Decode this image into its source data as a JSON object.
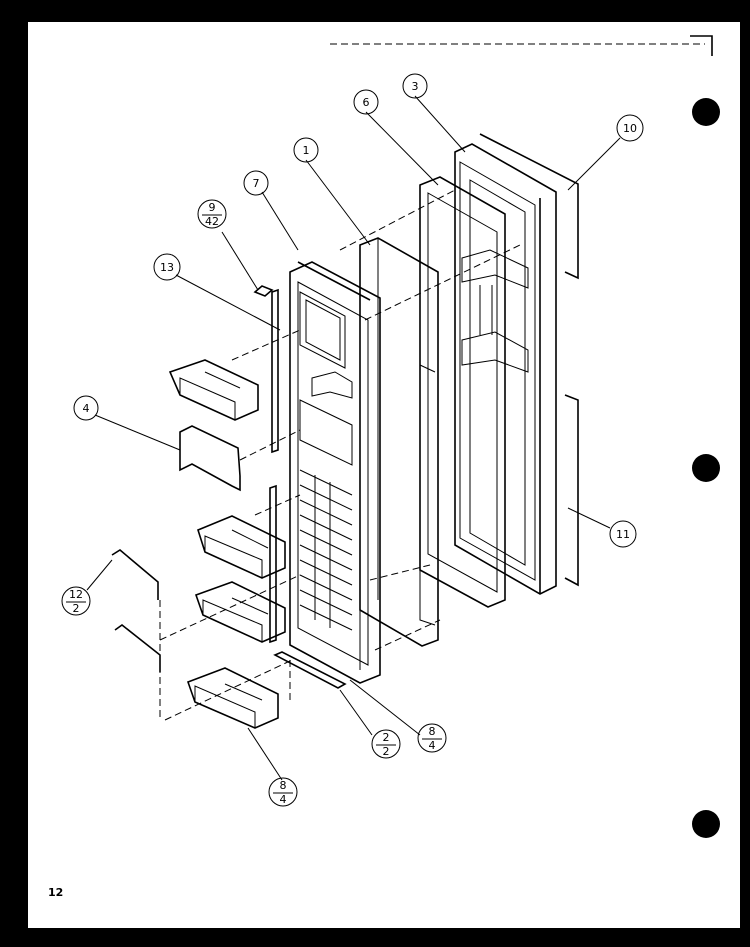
{
  "diagram": {
    "callouts": [
      {
        "id": "c1",
        "label": "1"
      },
      {
        "id": "c3",
        "label": "3"
      },
      {
        "id": "c6",
        "label": "6"
      },
      {
        "id": "c7",
        "label": "7"
      },
      {
        "id": "c10",
        "label": "10"
      },
      {
        "id": "c11",
        "label": "11"
      },
      {
        "id": "c13",
        "label": "13"
      },
      {
        "id": "c4",
        "label": "4"
      },
      {
        "id": "c9",
        "top": "9",
        "bottom": "42"
      },
      {
        "id": "c12",
        "top": "12",
        "bottom": "2"
      },
      {
        "id": "c2",
        "top": "2",
        "bottom": "2"
      },
      {
        "id": "c8a",
        "top": "8",
        "bottom": "4"
      },
      {
        "id": "c8b",
        "top": "8",
        "bottom": "4"
      }
    ]
  },
  "page": {
    "number": "12"
  },
  "colors": {
    "paper": "#ffffff",
    "ink": "#000000",
    "border": "#000000"
  }
}
